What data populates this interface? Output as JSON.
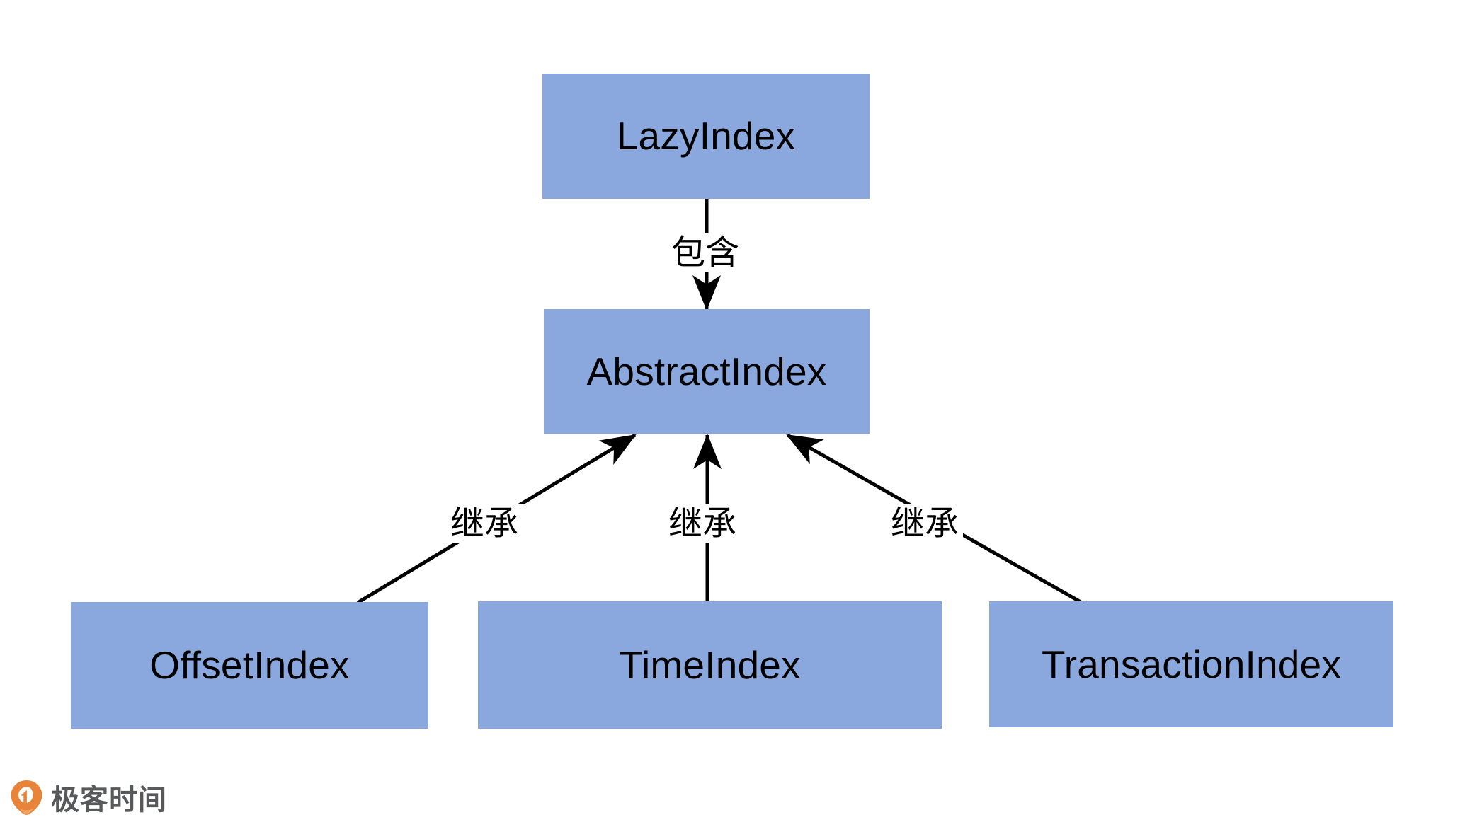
{
  "diagram": {
    "type": "class-hierarchy",
    "background_color": "#ffffff",
    "node_fill_color": "#8aa8dd",
    "edge_color": "#000000",
    "nodes": [
      {
        "id": "lazy",
        "label": "LazyIndex"
      },
      {
        "id": "abstract",
        "label": "AbstractIndex"
      },
      {
        "id": "offset",
        "label": "OffsetIndex"
      },
      {
        "id": "time",
        "label": "TimeIndex"
      },
      {
        "id": "transaction",
        "label": "TransactionIndex"
      }
    ],
    "edges": [
      {
        "id": "contains",
        "from": "lazy",
        "to": "abstract",
        "label": "包含"
      },
      {
        "id": "inherit-left",
        "from": "offset",
        "to": "abstract",
        "label": "继承"
      },
      {
        "id": "inherit-middle",
        "from": "time",
        "to": "abstract",
        "label": "继承"
      },
      {
        "id": "inherit-right",
        "from": "transaction",
        "to": "abstract",
        "label": "继承"
      }
    ]
  },
  "watermark": {
    "text": "极客时间",
    "logo_color": "#e8833a",
    "text_color": "#58595b",
    "icon": "geektime-pin-logo"
  }
}
